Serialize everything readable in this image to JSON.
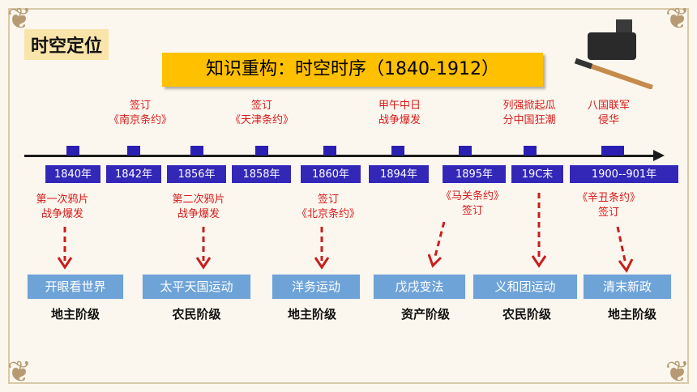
{
  "tag": "时空定位",
  "title": "知识重构：时空时序（1840-1912）",
  "years": [
    "1840年",
    "1842年",
    "1856年",
    "1858年",
    "1860年",
    "1894年",
    "1895年",
    "19C末",
    "1900--901年"
  ],
  "top_events": {
    "e1842": [
      "签订",
      "《南京条约》"
    ],
    "e1858": [
      "签订",
      "《天津条约》"
    ],
    "e1894": [
      "甲午中日",
      "战争爆发"
    ],
    "e19c": [
      "列强掀起瓜",
      "分中国狂潮"
    ],
    "e1900": [
      "八国联军",
      "侵华"
    ]
  },
  "bottom_events": {
    "e1840": [
      "第一次鸦片",
      "战争爆发"
    ],
    "e1856": [
      "第二次鸦片",
      "战争爆发"
    ],
    "e1860": [
      "签订",
      "《北京条约》"
    ],
    "e1895": [
      "《马关条约》",
      "签订"
    ],
    "e1901": [
      "《辛丑条约》",
      "签订"
    ]
  },
  "movements": [
    "开眼看世界",
    "太平天国运动",
    "洋务运动",
    "戊戌变法",
    "义和团运动",
    "清末新政"
  ],
  "classes": [
    "地主阶级",
    "农民阶级",
    "地主阶级",
    "资产阶级",
    "农民阶级",
    "地主阶级"
  ],
  "colors": {
    "accent": "#ffc000",
    "year_box": "#3327b8",
    "event_text": "#d81b1b",
    "movement_box": "#6ea3d8"
  }
}
